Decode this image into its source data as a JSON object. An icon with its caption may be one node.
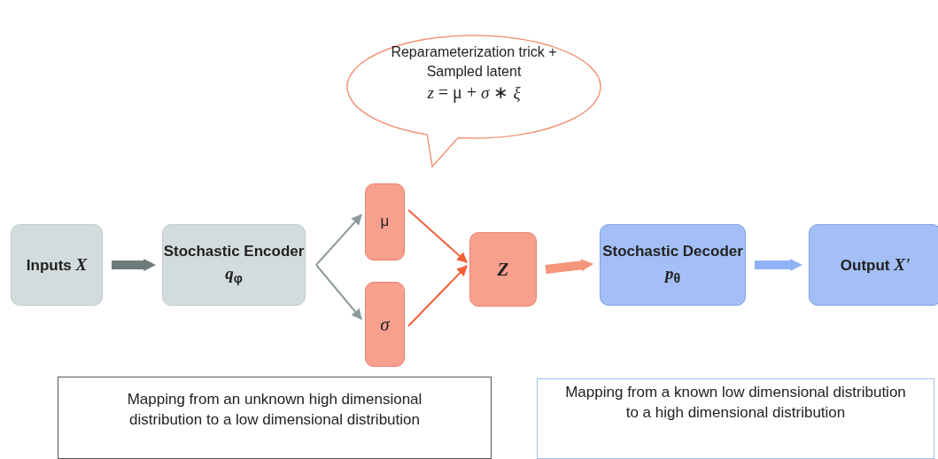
{
  "diagram": {
    "nodes": [
      {
        "text": [
          "Inputs *X*"
        ]
      },
      {
        "text": [
          "Stochastic Encoder *q*$_{φ}$"
        ]
      },
      {
        "text": [
          "μ"
        ]
      },
      {
        "text": [
          "σ"
        ]
      },
      {
        "text": [
          "Z"
        ]
      },
      {
        "text": [
          "Stochastic Decoder *p*$_{θ}$"
        ]
      },
      {
        "text": [
          "Output *X'*"
        ]
      },
      {
        "text": [
          "Reparameterization trick + Sampled latent",
          "*z* = μ + *σ* ∗ *ξ*"
        ]
      },
      {
        "text": [
          "Mapping from an unknown high dimensional distribution to a low dimensional distribution"
        ]
      },
      {
        "text": [
          "Mapping from a known low dimensional distribution to a high dimensional distribution"
        ]
      }
    ],
    "edges": [
      {
        "from": 0,
        "to": 1,
        "arrow": "to",
        "style": "thick",
        "color": "#6f7b7b"
      },
      {
        "from": 1,
        "to": 2,
        "arrow": "to"
      },
      {
        "from": 1,
        "to": 3,
        "arrow": "to"
      },
      {
        "from": 2,
        "to": 4,
        "arrow": "to",
        "color": "#f0603a"
      },
      {
        "from": 3,
        "to": 4,
        "arrow": "to",
        "color": "#f0603a"
      },
      {
        "from": 4,
        "to": 5,
        "arrow": "to",
        "style": "thick",
        "color": "#f4967a"
      },
      {
        "from": 5,
        "to": 6,
        "arrow": "to",
        "style": "thick",
        "color": "#8fb2f5"
      }
    ]
  }
}
